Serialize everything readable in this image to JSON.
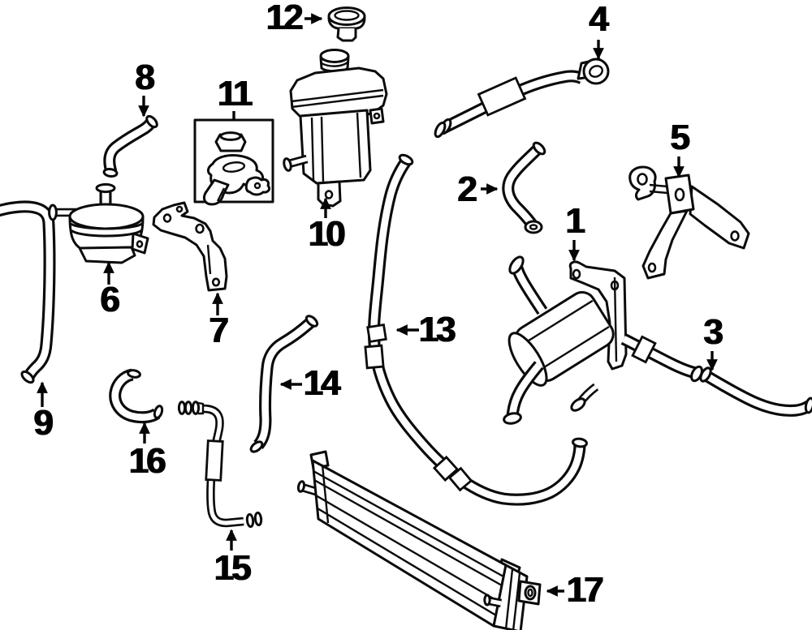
{
  "diagram": {
    "type": "automotive-cooling-parts-diagram",
    "background_color": "#ffffff",
    "line_color": "#0b0b0b",
    "label_color": "#000000",
    "callouts": [
      {
        "number": "1",
        "part": "oil-cooler-assembly"
      },
      {
        "number": "2",
        "part": "coolant-hose-s-curve"
      },
      {
        "number": "3",
        "part": "coolant-hose-lower-right"
      },
      {
        "number": "4",
        "part": "coolant-hose-with-union"
      },
      {
        "number": "5",
        "part": "mounting-bracket-right"
      },
      {
        "number": "6",
        "part": "auxiliary-water-pump"
      },
      {
        "number": "7",
        "part": "pump-bracket"
      },
      {
        "number": "8",
        "part": "short-hose-upper-left"
      },
      {
        "number": "9",
        "part": "hose-far-left"
      },
      {
        "number": "10",
        "part": "coolant-reservoir-tank"
      },
      {
        "number": "11",
        "part": "cap-and-valve-kit"
      },
      {
        "number": "12",
        "part": "reservoir-cap"
      },
      {
        "number": "13",
        "part": "long-coolant-hose"
      },
      {
        "number": "14",
        "part": "coolant-hose-center"
      },
      {
        "number": "15",
        "part": "coolant-pipe"
      },
      {
        "number": "16",
        "part": "short-hose-lower-left"
      },
      {
        "number": "17",
        "part": "inverter-cooler-radiator"
      }
    ]
  }
}
